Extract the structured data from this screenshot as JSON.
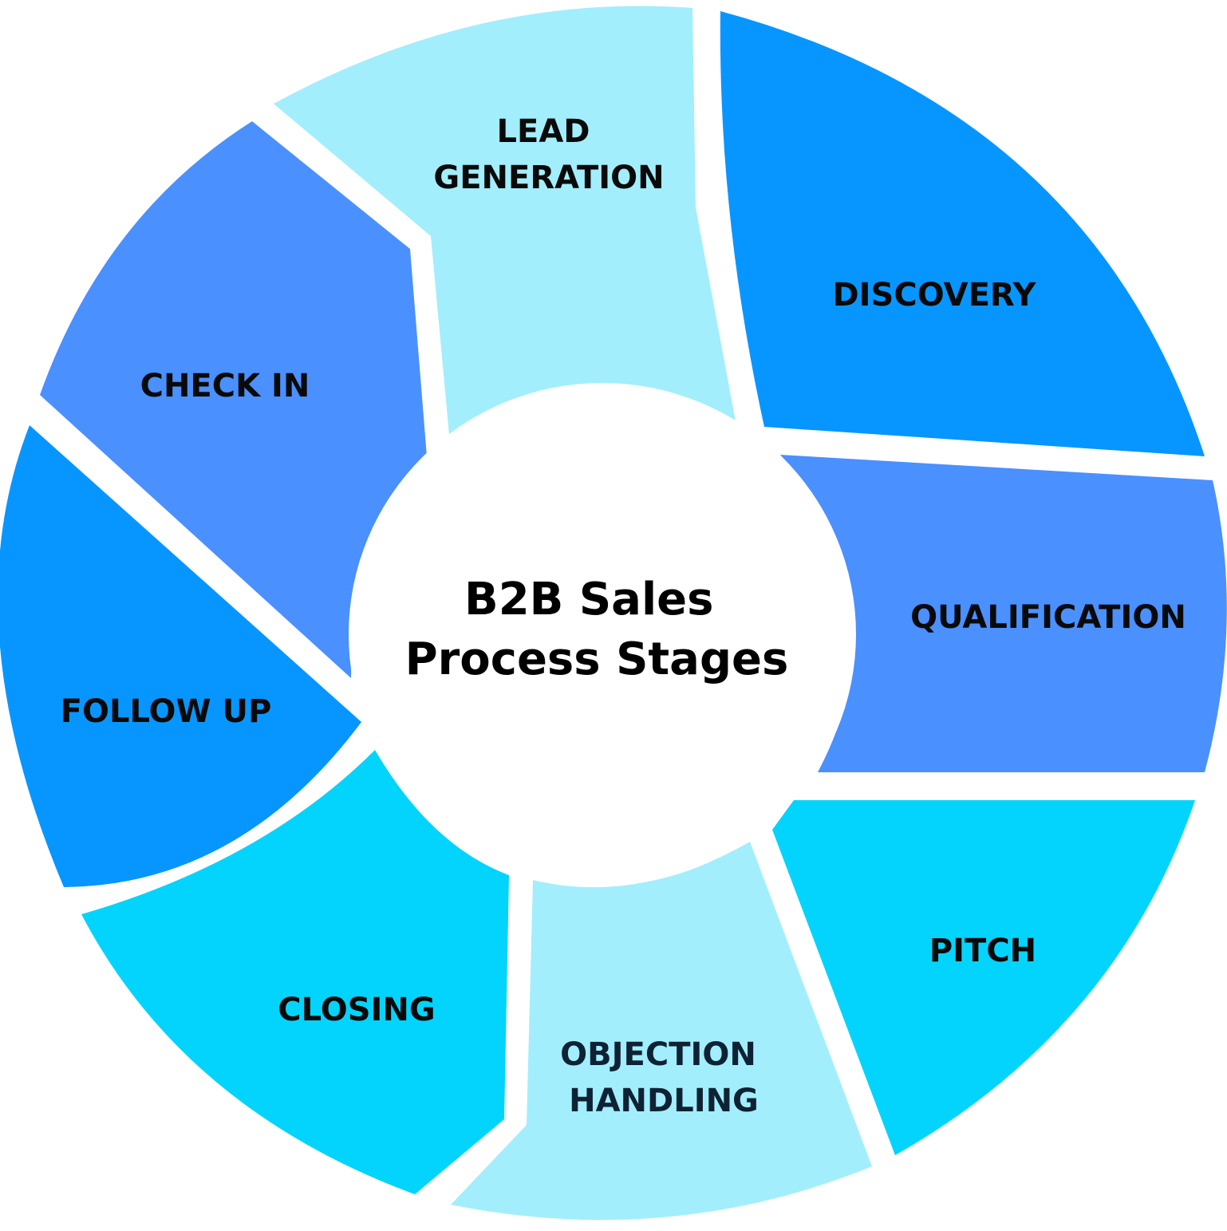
{
  "title": {
    "line1": "B2B Sales",
    "line2": "Process Stages"
  },
  "stages": [
    {
      "id": "lead-generation",
      "lines": [
        "LEAD",
        "GENERATION"
      ],
      "color": "#a2eefd"
    },
    {
      "id": "discovery",
      "lines": [
        "DISCOVERY"
      ],
      "color": "#0796ff"
    },
    {
      "id": "qualification",
      "lines": [
        "QUALIFICATION"
      ],
      "color": "#4a90ff"
    },
    {
      "id": "pitch",
      "lines": [
        "PITCH"
      ],
      "color": "#02d4fd"
    },
    {
      "id": "objection-handling",
      "lines": [
        "OBJECTION",
        "HANDLING"
      ],
      "color": "#a2eefd"
    },
    {
      "id": "closing",
      "lines": [
        "CLOSING"
      ],
      "color": "#02d4fd"
    },
    {
      "id": "follow-up",
      "lines": [
        "FOLLOW UP"
      ],
      "color": "#0796ff"
    },
    {
      "id": "check-in",
      "lines": [
        "CHECK IN"
      ],
      "color": "#4a90ff"
    }
  ]
}
